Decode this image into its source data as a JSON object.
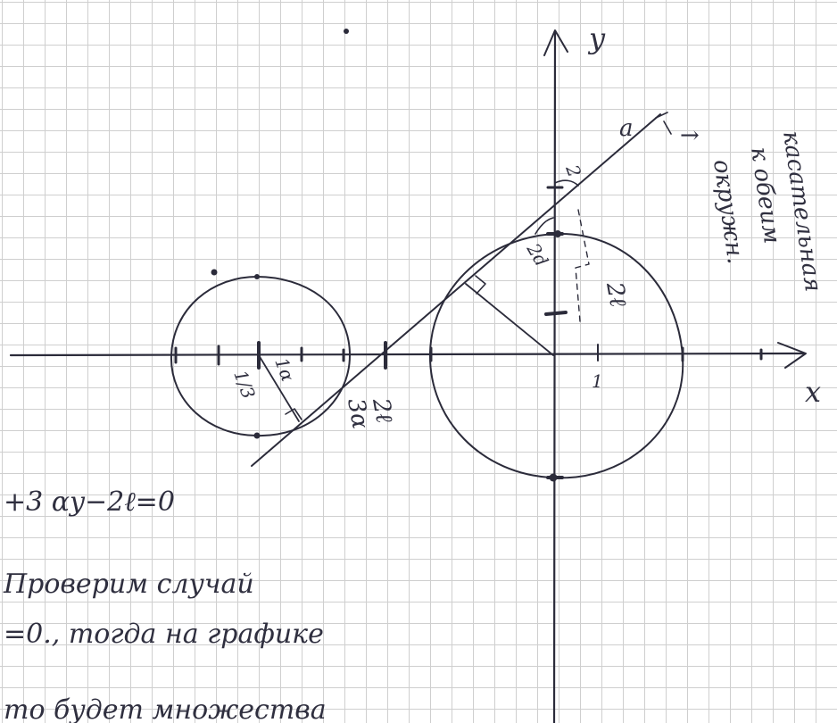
{
  "axes": {
    "x_label": "x",
    "y_label": "y",
    "unit_tick_label": "1"
  },
  "figure_labels": {
    "line_name_top": "a",
    "angle_label_1": "2",
    "angle_label_2": "2d",
    "radius_label_right": "2ℓ",
    "radius_label_left_top": "1α",
    "radius_label_left_bottom": "1/3",
    "intercept_numerator": "2ℓ",
    "intercept_denominator": "3α",
    "side_note_arrow": "→",
    "side_note_lines": [
      "касательная",
      "к обеим",
      "окружн."
    ]
  },
  "notes": {
    "line1": "+3 αy−2ℓ=0",
    "line2": "Проверим случай",
    "line3": "=0., тогда на графике",
    "line4": "то будет множества"
  }
}
